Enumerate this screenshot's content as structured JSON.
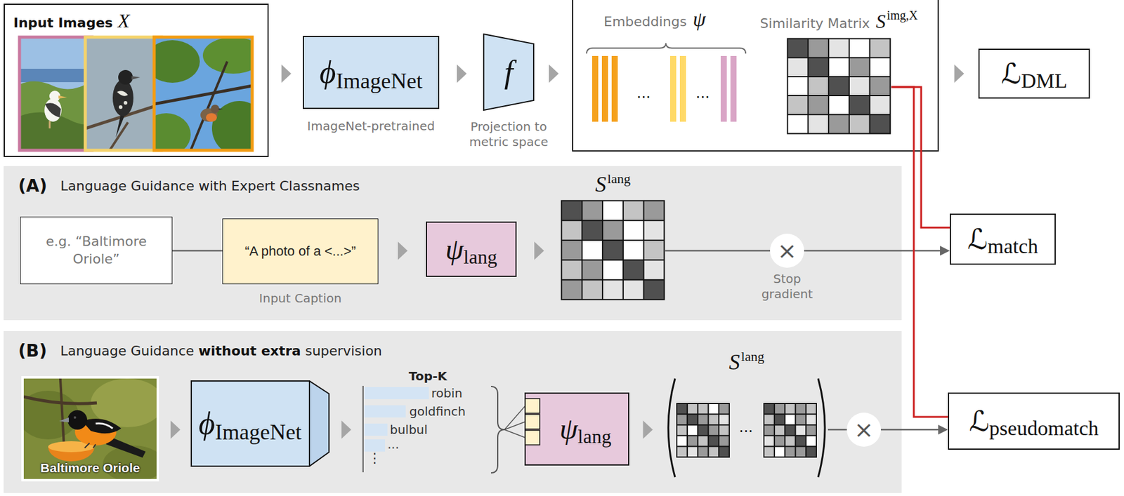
{
  "diagram": {
    "nodes": [
      {
        "text": [
          "Input Images",
          "X"
        ]
      },
      {
        "text": [
          "ϕ",
          "ImageNet",
          "ImageNet-pretrained"
        ]
      },
      {
        "text": [
          "f",
          "Projection to metric space"
        ]
      },
      {
        "text": [
          "Embeddings",
          "ψ",
          "...",
          "..."
        ]
      },
      {
        "text": [
          "Similarity Matrix",
          "S",
          "img,X"
        ],
        "in": 3
      },
      {
        "text": [
          "ℒ",
          "DML"
        ]
      },
      {
        "text": [
          "(A)",
          "Language Guidance with Expert Classnames"
        ]
      },
      {
        "text": [
          "e.g. “Baltimore Oriole”"
        ],
        "in": 6
      },
      {
        "text": [
          "“A photo of a <...>”",
          "Input Caption"
        ],
        "in": 6
      },
      {
        "text": [
          "ψ",
          "lang"
        ],
        "in": 6
      },
      {
        "text": [
          "S",
          "lang"
        ],
        "in": 6
      },
      {
        "text": [
          "×",
          "Stop gradient"
        ],
        "in": 6
      },
      {
        "text": [
          "ℒ",
          "match"
        ]
      },
      {
        "text": [
          "(B)",
          "Language Guidance",
          "without extra",
          "supervision"
        ]
      },
      {
        "text": [
          "Baltimore Oriole"
        ],
        "in": 13
      },
      {
        "text": [
          "ϕ",
          "ImageNet"
        ],
        "in": 13
      },
      {
        "text": [
          "Top-K",
          "robin",
          "goldfinch",
          "bulbul",
          "...",
          "⋮"
        ],
        "in": 13
      },
      {
        "text": [
          "ψ",
          "lang"
        ],
        "in": 13
      },
      {
        "text": [
          "S",
          "lang",
          "..."
        ],
        "in": 13
      },
      {
        "text": [
          "×"
        ],
        "in": 13
      },
      {
        "text": [
          "ℒ",
          "pseudomatch"
        ]
      }
    ],
    "edges": [
      {
        "from": 0,
        "to": 1,
        "arrow": "to"
      },
      {
        "from": 1,
        "to": 2,
        "arrow": "to"
      },
      {
        "from": 2,
        "to": 3,
        "arrow": "to"
      },
      {
        "from": 3,
        "to": 5,
        "arrow": "to"
      },
      {
        "from": 7,
        "to": 8,
        "arrow": "none"
      },
      {
        "from": 8,
        "to": 9,
        "arrow": "to"
      },
      {
        "from": 9,
        "to": 10,
        "arrow": "to"
      },
      {
        "from": 10,
        "to": 11,
        "arrow": "none"
      },
      {
        "from": 11,
        "to": 12,
        "arrow": "to"
      },
      {
        "from": 4,
        "to": 12,
        "arrow": "none"
      },
      {
        "from": 4,
        "to": 20,
        "arrow": "none"
      },
      {
        "from": 14,
        "to": 15,
        "arrow": "to"
      },
      {
        "from": 15,
        "to": 16,
        "arrow": "to"
      },
      {
        "from": 17,
        "to": 18,
        "arrow": "to"
      },
      {
        "from": 18,
        "to": 19,
        "arrow": "none"
      },
      {
        "from": 19,
        "to": 20,
        "arrow": "to"
      }
    ]
  }
}
